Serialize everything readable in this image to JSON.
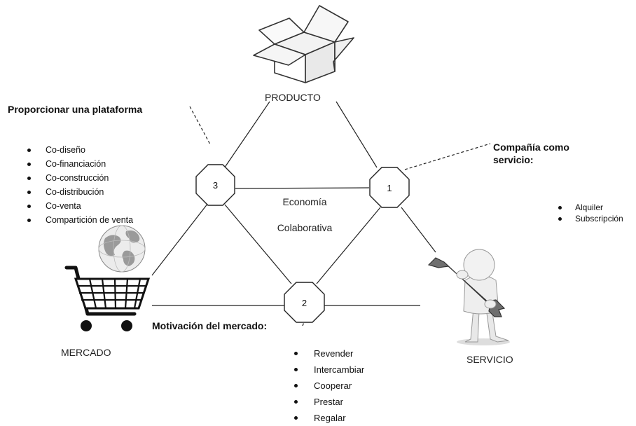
{
  "vertices": {
    "product": "PRODUCTO",
    "market": "MERCADO",
    "service": "SERVICIO"
  },
  "center": {
    "line1": "Economía",
    "line2": "Colaborativa"
  },
  "nodes": {
    "n1": "1",
    "n2": "2",
    "n3": "3"
  },
  "platform": {
    "title": "Proporcionar una plataforma",
    "items": [
      "Co-diseño",
      "Co-financiación",
      "Co-construcción",
      "Co-distribución",
      "Co-venta",
      "Compartición de venta"
    ]
  },
  "company": {
    "title_line1": "Compañía como",
    "title_line2": "servicio:",
    "items": [
      "Alquiler",
      "Subscripción"
    ]
  },
  "market_motivation": {
    "title": "Motivación del mercado:",
    "items": [
      "Revender",
      "Intercambiar",
      "Cooperar",
      "Prestar",
      "Regalar"
    ]
  },
  "icons": [
    "box-icon",
    "globe-icon",
    "shopping-cart-icon",
    "wrench-person-icon"
  ]
}
